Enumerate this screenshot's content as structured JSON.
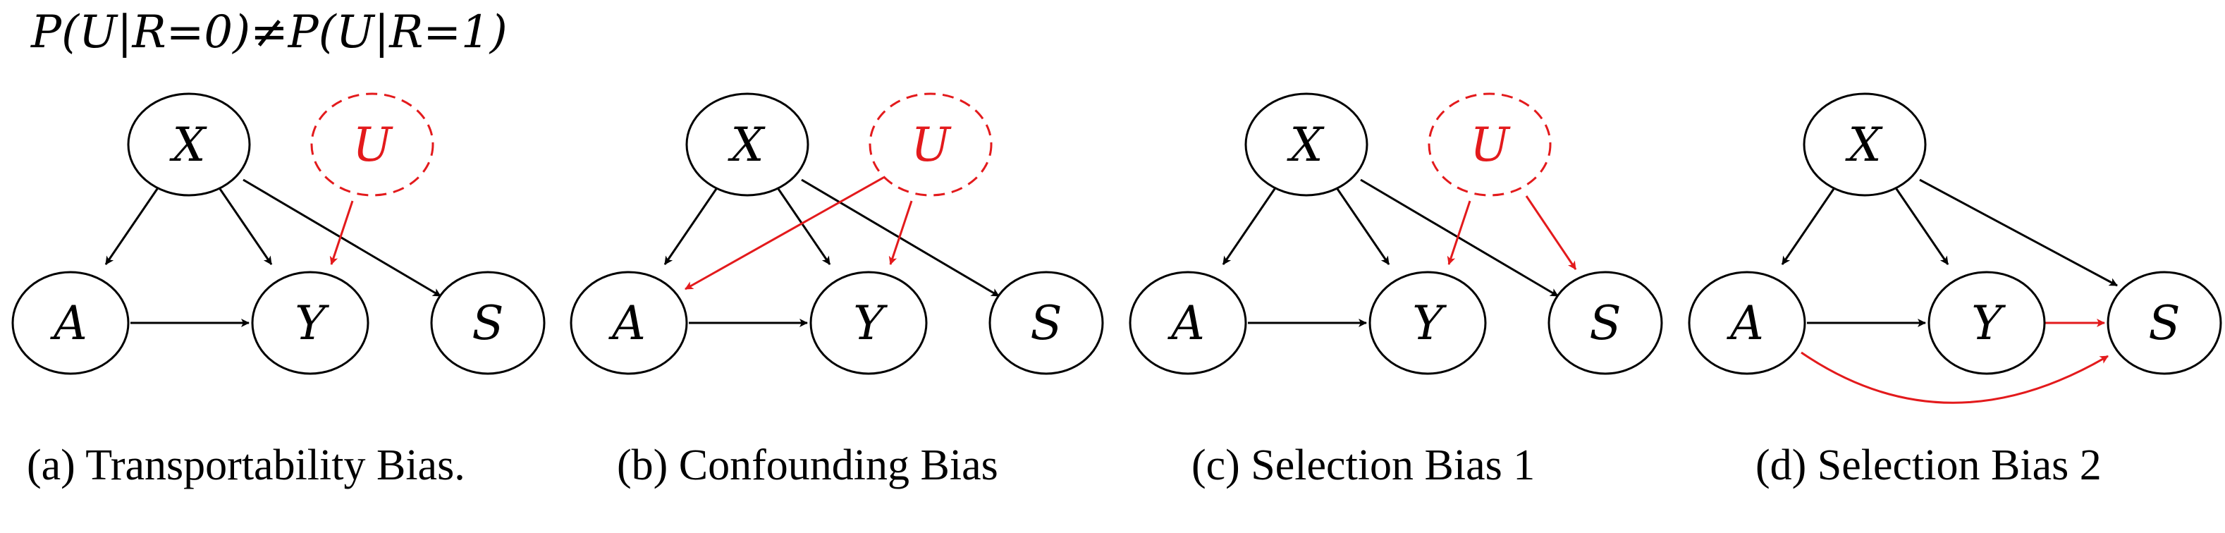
{
  "formula": "P(U|R=0)≠P(U|R=1)",
  "colors": {
    "black": "#000000",
    "red": "#e31a1c"
  },
  "panels": [
    {
      "caption": "(a) Transportability Bias.",
      "nodes": {
        "X": "X",
        "U": "U",
        "A": "A",
        "Y": "Y",
        "S": "S"
      },
      "black_edges": [
        [
          "X",
          "A"
        ],
        [
          "X",
          "Y"
        ],
        [
          "X",
          "S"
        ],
        [
          "A",
          "Y"
        ]
      ],
      "red_edges": [
        [
          "U",
          "Y"
        ]
      ],
      "has_U": true
    },
    {
      "caption": "(b) Confounding Bias",
      "nodes": {
        "X": "X",
        "U": "U",
        "A": "A",
        "Y": "Y",
        "S": "S"
      },
      "black_edges": [
        [
          "X",
          "A"
        ],
        [
          "X",
          "Y"
        ],
        [
          "X",
          "S"
        ],
        [
          "A",
          "Y"
        ]
      ],
      "red_edges": [
        [
          "U",
          "A"
        ],
        [
          "U",
          "Y"
        ]
      ],
      "has_U": true
    },
    {
      "caption": "(c) Selection Bias 1",
      "nodes": {
        "X": "X",
        "U": "U",
        "A": "A",
        "Y": "Y",
        "S": "S"
      },
      "black_edges": [
        [
          "X",
          "A"
        ],
        [
          "X",
          "Y"
        ],
        [
          "X",
          "S"
        ],
        [
          "A",
          "Y"
        ]
      ],
      "red_edges": [
        [
          "U",
          "Y"
        ],
        [
          "U",
          "S"
        ]
      ],
      "has_U": true
    },
    {
      "caption": "(d) Selection Bias 2",
      "nodes": {
        "X": "X",
        "A": "A",
        "Y": "Y",
        "S": "S"
      },
      "black_edges": [
        [
          "X",
          "A"
        ],
        [
          "X",
          "Y"
        ],
        [
          "X",
          "S"
        ],
        [
          "A",
          "Y"
        ]
      ],
      "red_edges": [
        [
          "Y",
          "S"
        ],
        [
          "A",
          "S"
        ]
      ],
      "has_U": false
    }
  ]
}
